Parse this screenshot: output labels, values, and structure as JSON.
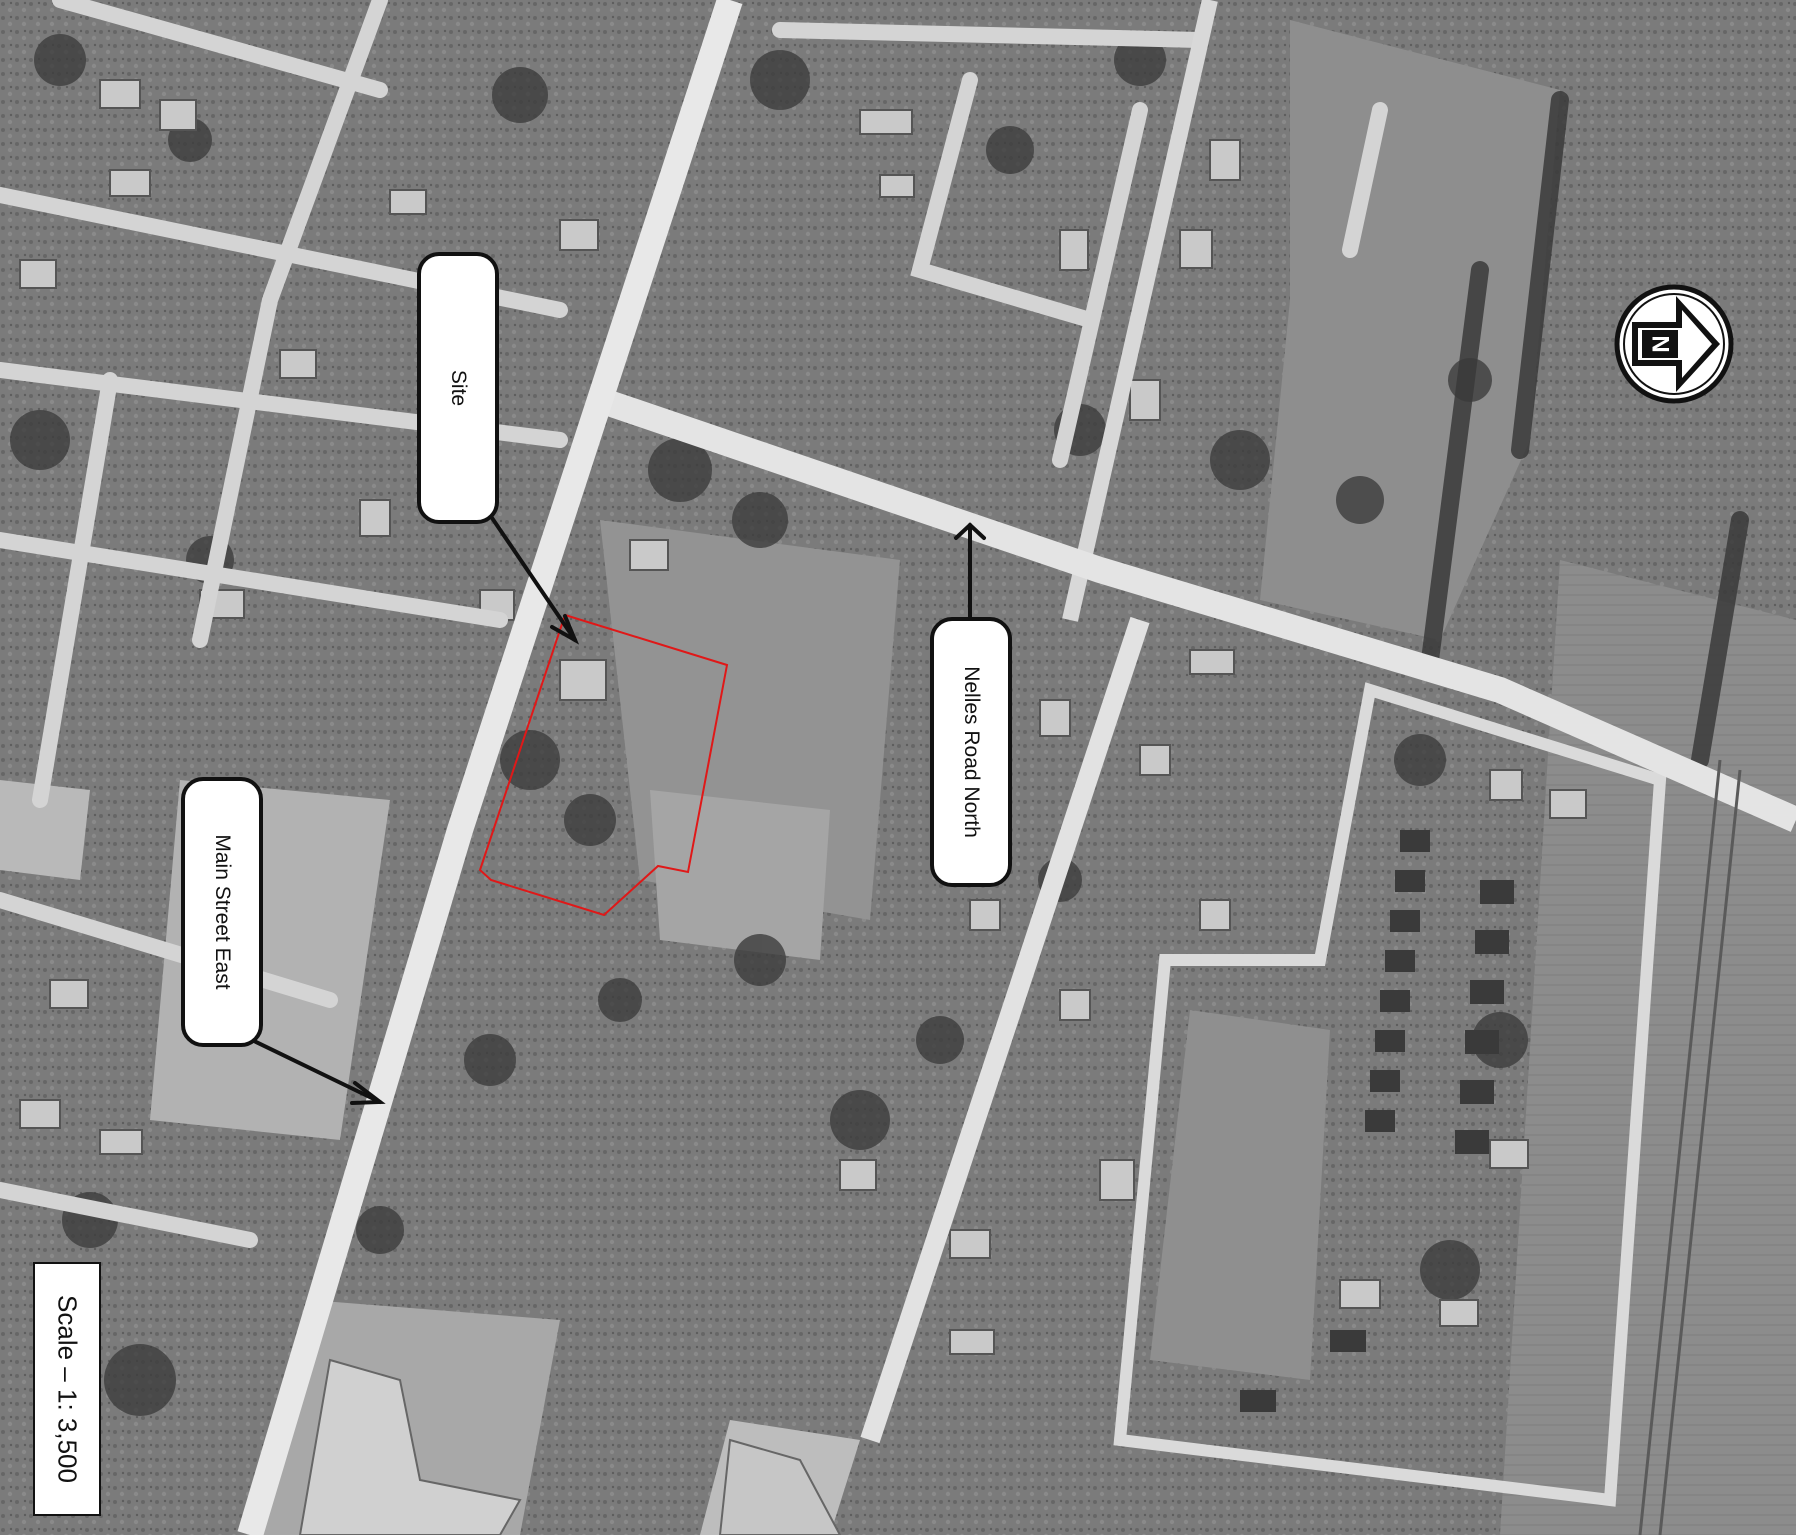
{
  "map": {
    "labels": {
      "site": "Site",
      "main_street": "Main Street East",
      "nelles_road": "Nelles Road North"
    },
    "scale_text": "Scale – 1: 3,500",
    "north_glyph": "N",
    "colors": {
      "site_boundary": "#e01818",
      "callout_border": "#111111",
      "callout_fill": "#ffffff",
      "imagery_base": "#7a7a7a"
    },
    "imagery": "black-and-white aerial photograph"
  }
}
